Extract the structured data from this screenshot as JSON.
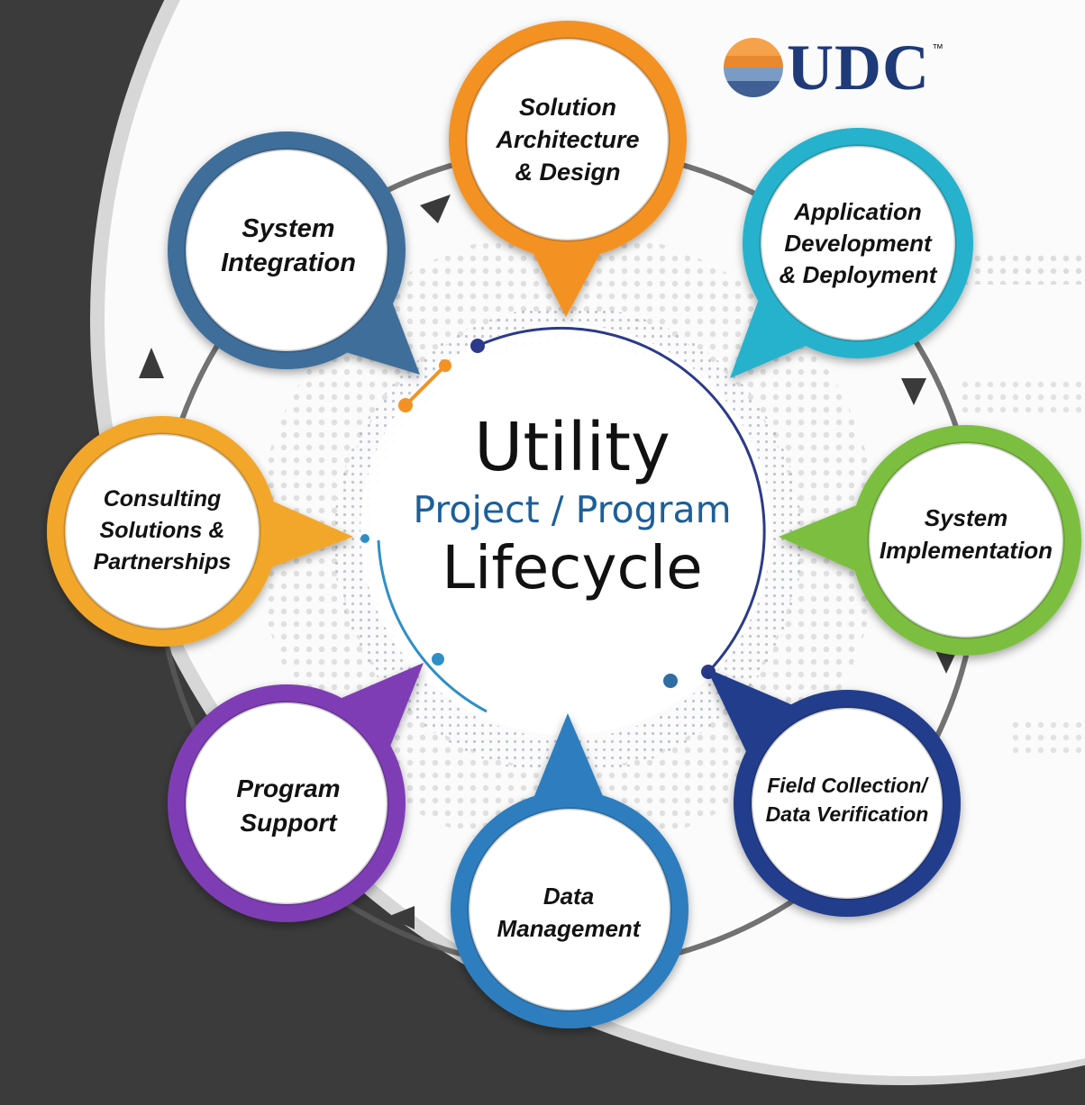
{
  "logo": {
    "text": "UDC",
    "trademark": "™",
    "colors": [
      "#f5a24a",
      "#e8892f",
      "#7a9bc4",
      "#3f5f95"
    ]
  },
  "center": {
    "title": "Utility",
    "subtitle": "Project / Program",
    "footer": "Lifecycle"
  },
  "nodes": [
    {
      "label": "Solution\nArchitecture\n& Design",
      "color": "#f39223",
      "icon": "orange-ring"
    },
    {
      "label": "Application\nDevelopment\n& Deployment",
      "color": "#27b2cc",
      "icon": "teal-ring"
    },
    {
      "label": "System\nImplementation",
      "color": "#7cbf3f",
      "icon": "green-ring"
    },
    {
      "label": "Field Collection/\nData Verification",
      "color": "#233e8c",
      "icon": "navy-ring"
    },
    {
      "label": "Data\nManagement",
      "color": "#2e7ebf",
      "icon": "blue-ring"
    },
    {
      "label": "Program\nSupport",
      "color": "#7f3db5",
      "icon": "purple-ring"
    },
    {
      "label": "Consulting\nSolutions &\nPartnerships",
      "color": "#f2a72b",
      "icon": "gold-ring"
    },
    {
      "label": "System\nIntegration",
      "color": "#3f6e9a",
      "icon": "steel-blue-ring"
    }
  ],
  "colors": {
    "background": "#3b3b3b",
    "panel": "#fbfbfb",
    "cycle_arrow": "#444444",
    "inner_arc": "#2b3a8a"
  }
}
